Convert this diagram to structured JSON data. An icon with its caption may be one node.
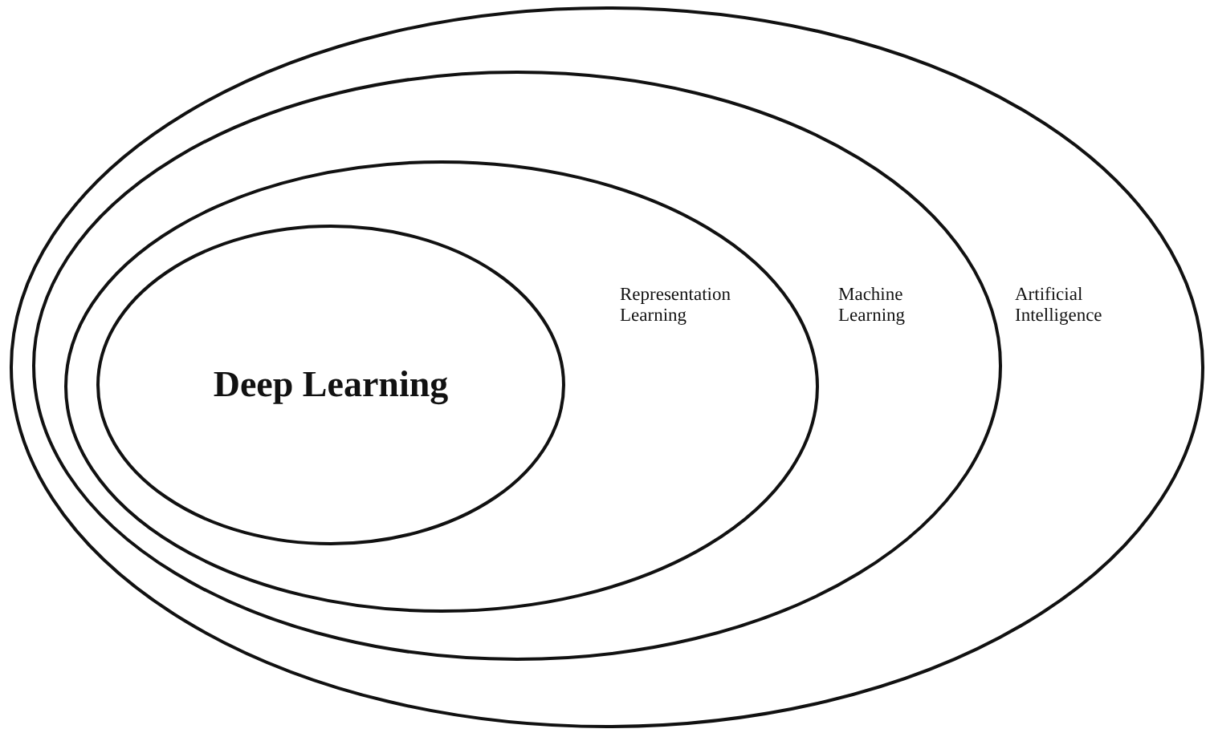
{
  "diagram": {
    "nodes": [
      {
        "text": [
          "Artificial Intelligence"
        ]
      },
      {
        "text": [
          "Machine Learning"
        ],
        "in": 0
      },
      {
        "text": [
          "Representation Learning"
        ],
        "in": 1
      },
      {
        "text": [
          "Deep Learning"
        ],
        "in": 2
      }
    ]
  }
}
